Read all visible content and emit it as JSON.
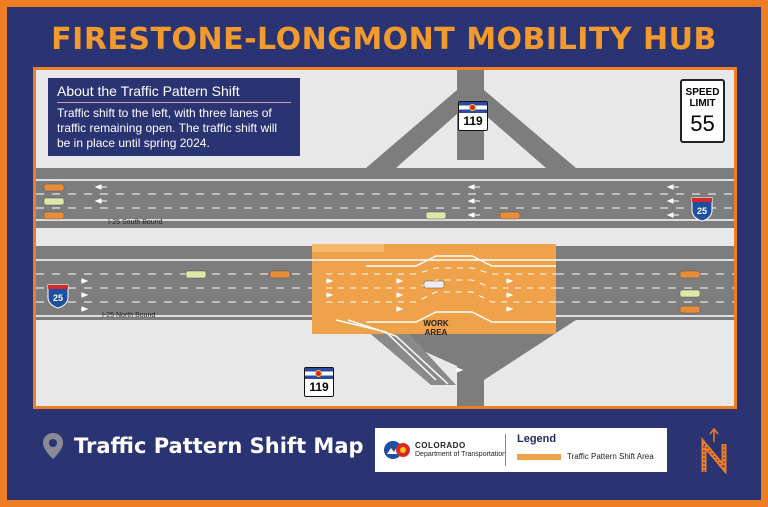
{
  "title": "FIRESTONE-LONGMONT MOBILITY HUB",
  "about": {
    "heading": "About the Traffic Pattern Shift",
    "body": "Traffic shift to the left, with three lanes of traffic remaining open. The traffic shift will be in place until spring 2024."
  },
  "speed_limit": {
    "line1": "SPEED",
    "line2": "LIMIT",
    "value": "55"
  },
  "routes": {
    "state_highway": "119",
    "interstate": "25"
  },
  "road_labels": {
    "southbound": "I-25 South Bound",
    "northbound": "I-25 North Bound"
  },
  "work_area": {
    "line1": "WORK",
    "line2": "AREA"
  },
  "footer": {
    "title": "Traffic Pattern Shift  Map",
    "pin_icon": "map-pin-icon"
  },
  "legend": {
    "agency_line1": "COLORADO",
    "agency_line2": "Department of Transportation",
    "title": "Legend",
    "item_label": "Traffic Pattern Shift Area",
    "item_color": "#f0a24a"
  },
  "colors": {
    "frame": "#ee7d23",
    "background": "#2b3473",
    "road": "#7d7d7d",
    "work_zone": "#f0a24a",
    "title": "#f39a2e"
  }
}
